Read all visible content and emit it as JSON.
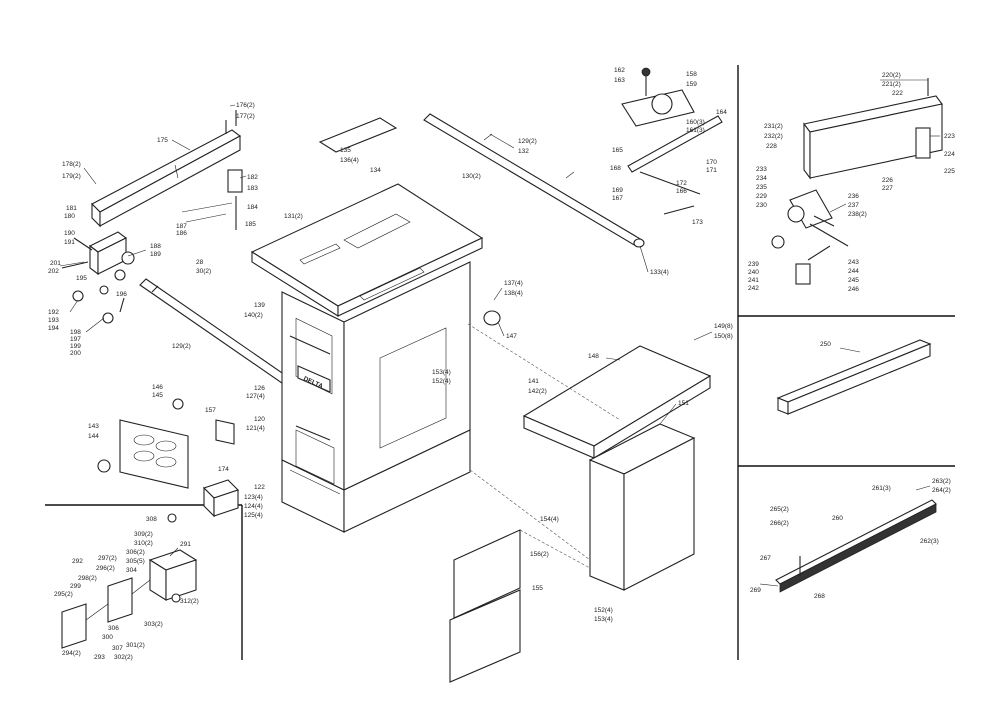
{
  "brand_plate": "DELTA",
  "labels": {
    "l176_2": "176(2)",
    "l177_2": "177(2)",
    "l175": "175",
    "l178_2": "178(2)",
    "l179_2": "179(2)",
    "l181": "181",
    "l180": "180",
    "l182": "182",
    "l183": "183",
    "l184": "184",
    "l185": "185",
    "l187": "187",
    "l186": "186",
    "l188": "188",
    "l189": "189",
    "l190": "190",
    "l191": "191",
    "l201": "201",
    "l202": "202",
    "l195": "195",
    "l196": "196",
    "l192": "192",
    "l193": "193",
    "l194": "194",
    "l198": "198",
    "l197": "197",
    "l199": "199",
    "l200": "200",
    "l28": "28",
    "l30_2a": "30(2)",
    "l129_2a": "129(2)",
    "l135": "135",
    "l136_4": "136(4)",
    "l134": "134",
    "l131_2": "131(2)",
    "l130_2": "130(2)",
    "l129_2b": "129(2)",
    "l132": "132",
    "l133_4": "133(4)",
    "l139": "139",
    "l140_2": "140(2)",
    "l126": "126",
    "l127_4": "127(4)",
    "l120": "120",
    "l121_4": "121(4)",
    "l146": "146",
    "l145": "145",
    "l143": "143",
    "l144": "144",
    "l157": "157",
    "l174": "174",
    "l122": "122",
    "l123_4": "123(4)",
    "l124_4": "124(4)",
    "l125_4": "125(4)",
    "l137_4": "137(4)",
    "l138_4": "138(4)",
    "l147": "147",
    "l153_4a": "153(4)",
    "l152_4a": "152(4)",
    "l141": "141",
    "l142_2": "142(2)",
    "l148": "148",
    "l149_8": "149(8)",
    "l150_8": "150(8)",
    "l151": "151",
    "l154_4": "154(4)",
    "l156_2": "156(2)",
    "l155": "155",
    "l152_4b": "152(4)",
    "l153_4b": "153(4)",
    "l162": "162",
    "l163": "163",
    "l158": "158",
    "l159": "159",
    "l160_3": "160(3)",
    "l161_3": "161(3)",
    "l164": "164",
    "l165": "165",
    "l168": "168",
    "l169": "169",
    "l167": "167",
    "l172": "172",
    "l166": "166",
    "l170": "170",
    "l171": "171",
    "l173": "173",
    "l220_2": "220(2)",
    "l221_2": "221(2)",
    "l222": "222",
    "l231_2": "231(2)",
    "l232_2": "232(2)",
    "l228": "228",
    "l223": "223",
    "l224": "224",
    "l225": "225",
    "l226": "226",
    "l227": "227",
    "l233": "233",
    "l234": "234",
    "l235": "235",
    "l229": "229",
    "l230": "230",
    "l236": "236",
    "l237": "237",
    "l238_2": "238(2)",
    "l239": "239",
    "l240": "240",
    "l241": "241",
    "l242": "242",
    "l243": "243",
    "l244": "244",
    "l245": "245",
    "l246": "246",
    "l250": "250",
    "l263_2": "263(2)",
    "l264_2": "264(2)",
    "l261_3": "261(3)",
    "l265_2": "265(2)",
    "l266_2": "266(2)",
    "l260": "260",
    "l262_3": "262(3)",
    "l267": "267",
    "l269": "269",
    "l268": "268",
    "l308": "308",
    "l309_2": "309(2)",
    "l310_2": "310(2)",
    "l291": "291",
    "l292": "292",
    "l297_2": "297(2)",
    "l306_2": "306(2)",
    "l305_5": "305(5)",
    "l296_2a": "296(2)",
    "l304": "304",
    "l298_2": "298(2)",
    "l299": "299",
    "l295_2": "295(2)",
    "l312_2": "312(2)",
    "l303_2": "303(2)",
    "l306": "306",
    "l300": "300",
    "l301_2": "301(2)",
    "l307": "307",
    "l294_2": "294(2)",
    "l293": "293",
    "l302_2": "302(2)"
  }
}
